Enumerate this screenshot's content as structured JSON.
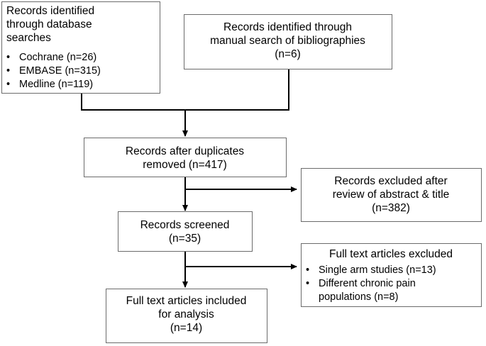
{
  "boxes": {
    "database": {
      "title": "Records identified through database searches",
      "items": [
        "Cochrane (n=26)",
        "EMBASE (n=315)",
        "Medline (n=119)"
      ]
    },
    "manual": {
      "line1": "Records identified through",
      "line2": "manual search of bibliographies",
      "line3": "(n=6)"
    },
    "duplicates": {
      "line1": "Records after duplicates",
      "line2": "removed (n=417)"
    },
    "excluded_abstract": {
      "line1": "Records excluded after",
      "line2": "review of abstract & title",
      "line3": "(n=382)"
    },
    "screened": {
      "line1": "Records screened",
      "line2": "(n=35)"
    },
    "fulltext_excluded": {
      "title": "Full text articles excluded",
      "items": [
        "Single arm studies (n=13)",
        "Different chronic pain populations (n=8)"
      ]
    },
    "included": {
      "line1": "Full text articles included",
      "line2": "for analysis",
      "line3": "(n=14)"
    }
  }
}
